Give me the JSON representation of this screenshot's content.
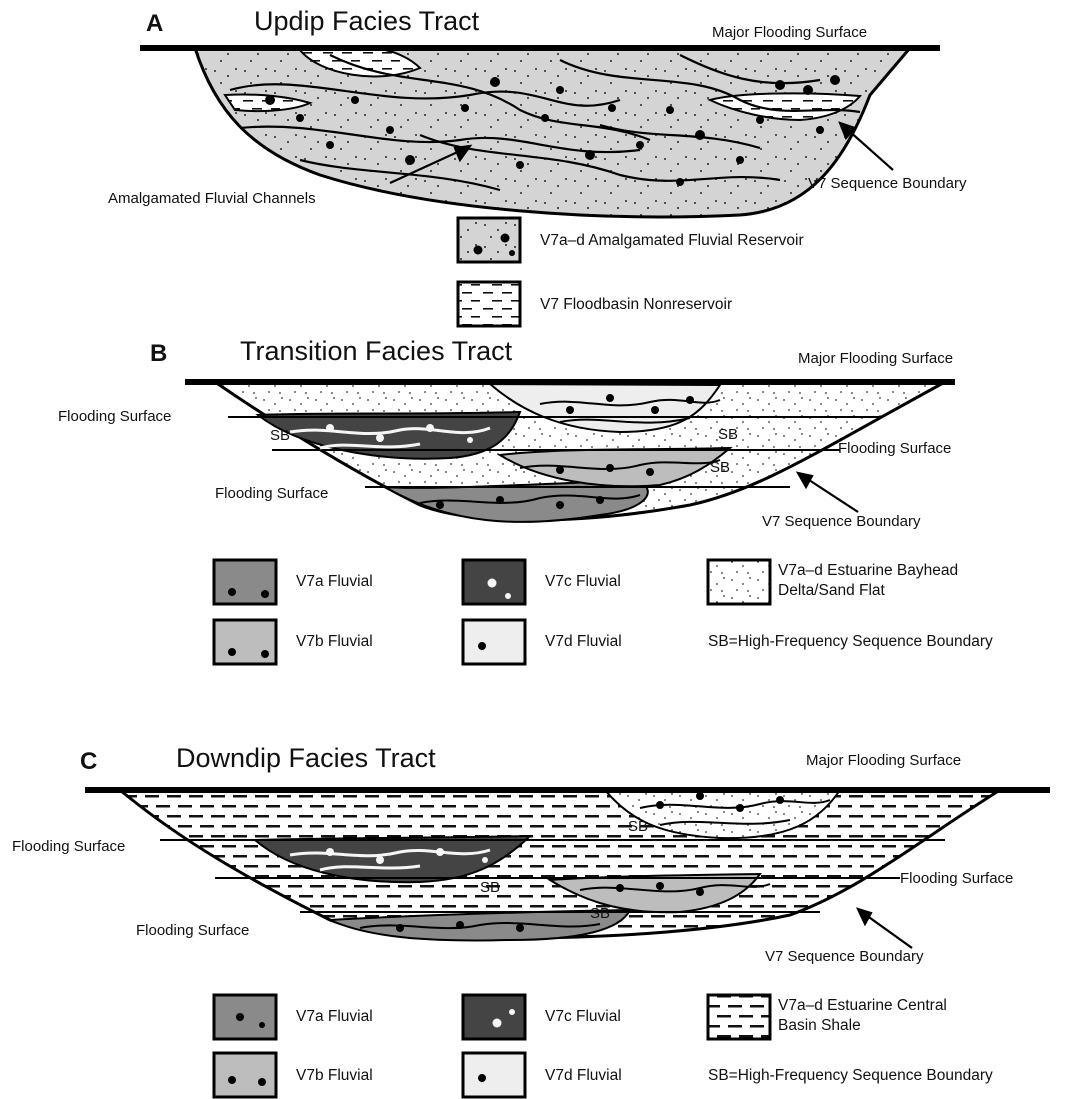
{
  "panels": [
    {
      "letter": "A",
      "title": "Updip Facies Tract",
      "top_label": "Major Flooding Surface",
      "labels": {
        "channels": "Amalgamated Fluvial Channels",
        "boundary": "V7 Sequence Boundary"
      },
      "legend": [
        {
          "label": "V7a–d Amalgamated Fluvial Reservoir",
          "pattern": "gray-dots"
        },
        {
          "label": "V7 Floodbasin Nonreservoir",
          "pattern": "dash"
        }
      ]
    },
    {
      "letter": "B",
      "title": "Transition Facies Tract",
      "top_label": "Major Flooding Surface",
      "labels": {
        "flood_left_upper": "Flooding Surface",
        "flood_left_lower": "Flooding Surface",
        "flood_right": "Flooding Surface",
        "boundary": "V7 Sequence Boundary",
        "sb": "SB"
      },
      "legend": [
        {
          "label": "V7a Fluvial",
          "pattern": "v7a"
        },
        {
          "label": "V7c Fluvial",
          "pattern": "v7c"
        },
        {
          "label": "V7a–d Estuarine Bayhead",
          "label2": "Delta/Sand Flat",
          "pattern": "sand"
        },
        {
          "label": "V7b Fluvial",
          "pattern": "v7b"
        },
        {
          "label": "V7d Fluvial",
          "pattern": "v7d"
        },
        {
          "label": "SB=High-Frequency Sequence Boundary"
        }
      ]
    },
    {
      "letter": "C",
      "title": "Downdip Facies Tract",
      "top_label": "Major Flooding Surface",
      "labels": {
        "flood_left_upper": "Flooding Surface",
        "flood_left_lower": "Flooding Surface",
        "flood_right": "Flooding Surface",
        "boundary": "V7 Sequence Boundary",
        "sb": "SB"
      },
      "legend": [
        {
          "label": "V7a Fluvial",
          "pattern": "v7a"
        },
        {
          "label": "V7c Fluvial",
          "pattern": "v7c"
        },
        {
          "label": "V7a–d Estuarine Central",
          "label2": "Basin Shale",
          "pattern": "shale"
        },
        {
          "label": "V7b Fluvial",
          "pattern": "v7b"
        },
        {
          "label": "V7d Fluvial",
          "pattern": "v7d"
        },
        {
          "label": "SB=High-Frequency Sequence Boundary"
        }
      ]
    }
  ],
  "colors": {
    "v7a": "#8a8a8a",
    "v7b": "#bdbdbd",
    "v7c": "#444444",
    "v7d": "#eeeeee",
    "fluvial_A": "#d4d4d4",
    "line": "#000000"
  }
}
